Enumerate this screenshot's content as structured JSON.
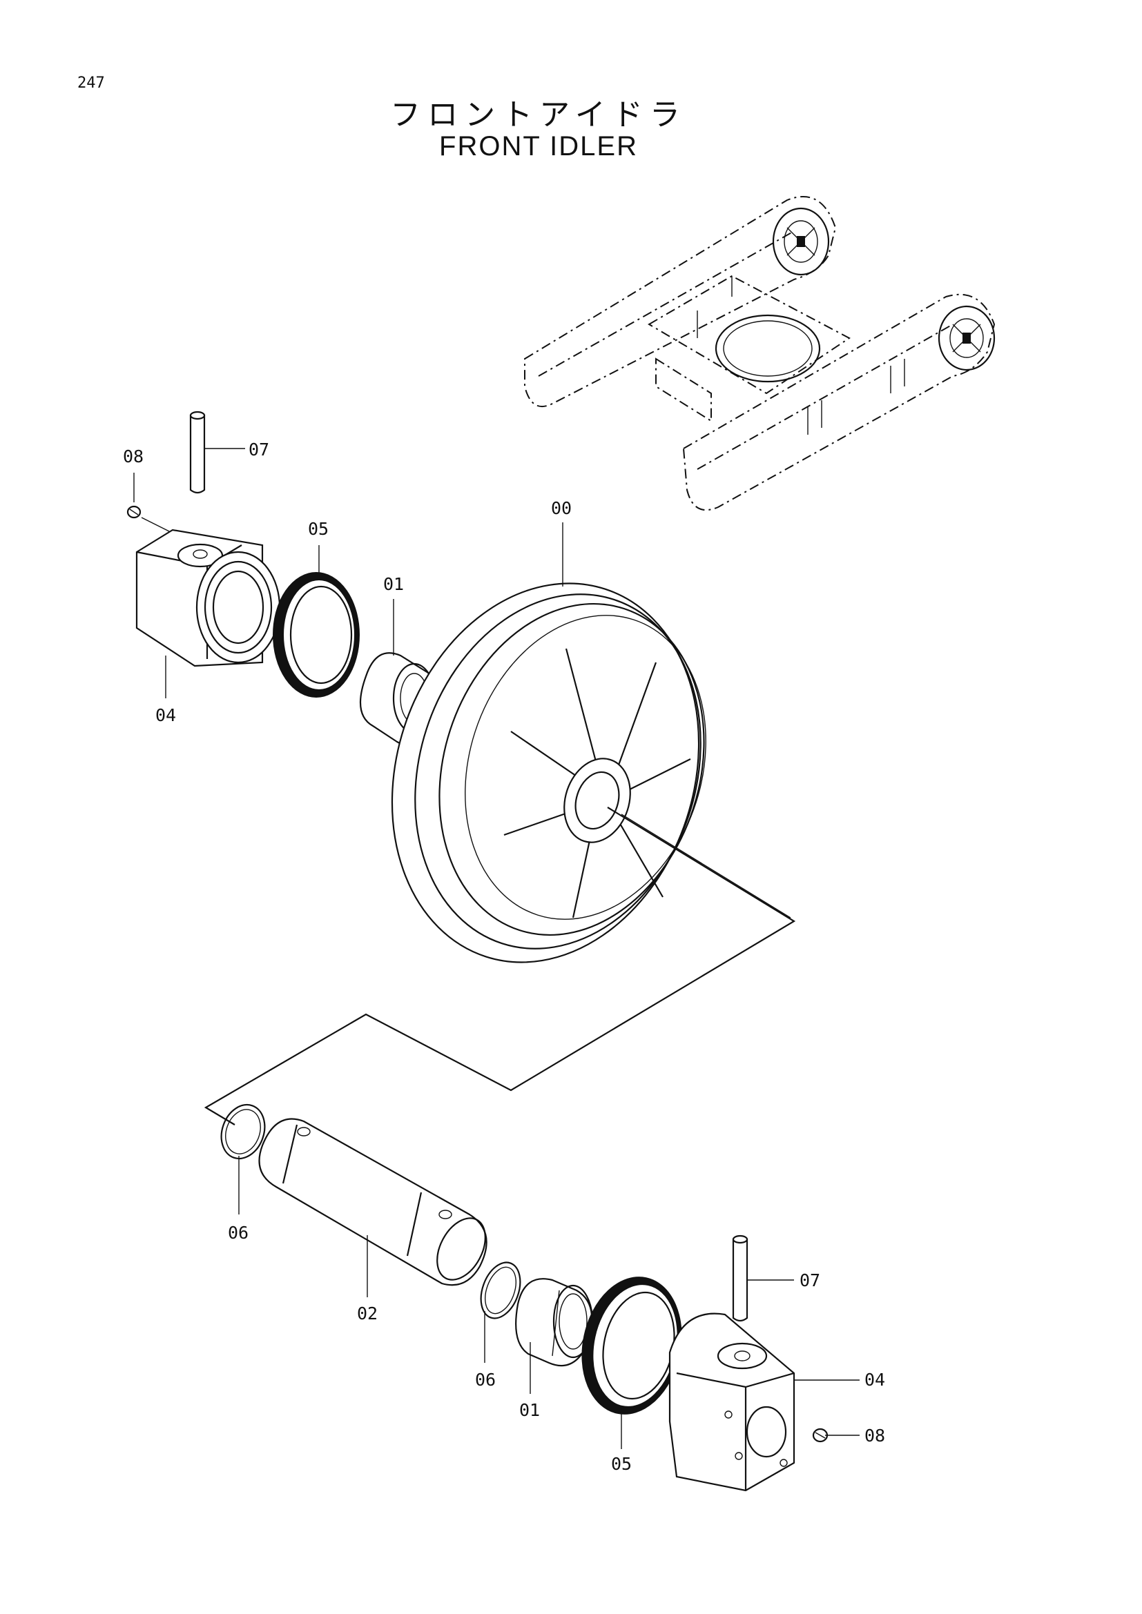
{
  "page_number": "247",
  "title_jp": "フロントアイドラ",
  "title_en": "FRONT IDLER",
  "callouts": {
    "idler": "00",
    "bushing_upper": "01",
    "bushing_lower": "01",
    "shaft": "02",
    "bracket_upper": "04",
    "bracket_lower": "04",
    "seal_upper": "05",
    "seal_lower": "05",
    "oring_left": "06",
    "oring_right": "06",
    "pin_upper": "07",
    "pin_lower": "07",
    "plug_upper": "08",
    "plug_lower": "08"
  }
}
